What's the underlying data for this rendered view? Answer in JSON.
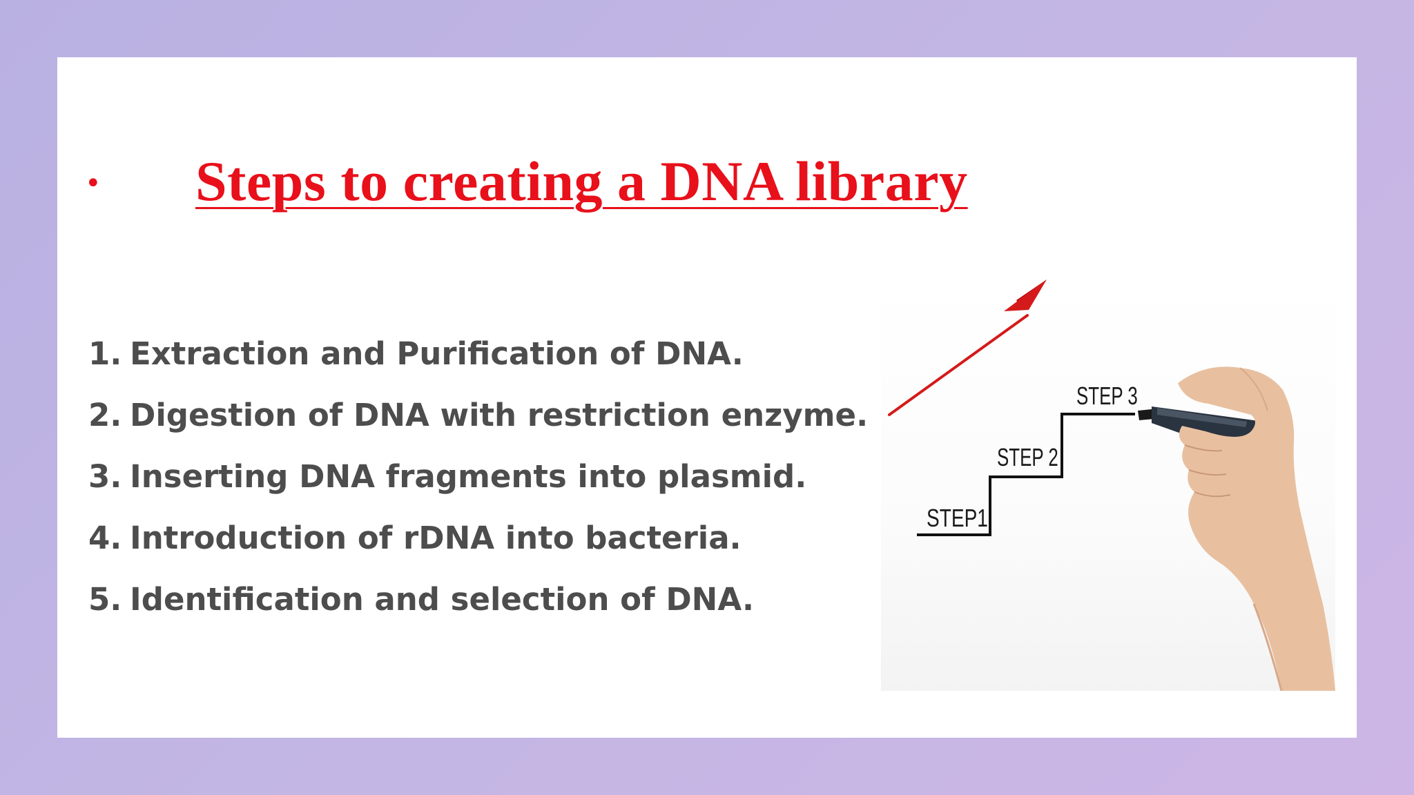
{
  "slide": {
    "title_bullet": "•",
    "title": "Steps to creating a DNA library",
    "steps": [
      {
        "number": "1.",
        "text": "Extraction and Purification of  DNA."
      },
      {
        "number": "2.",
        "text": "Digestion of DNA with restriction enzyme."
      },
      {
        "number": "3.",
        "text": "Inserting DNA fragments into plasmid."
      },
      {
        "number": "4.",
        "text": "Introduction of rDNA into bacteria."
      },
      {
        "number": "5.",
        "text": "Identification and selection of DNA."
      }
    ]
  },
  "illustration": {
    "labels": [
      "STEP1",
      "STEP 2",
      "STEP 3"
    ]
  },
  "colors": {
    "accent_red": "#e8101a",
    "body_text": "#4d4d4d",
    "background_purple": "#c3b6e4"
  }
}
